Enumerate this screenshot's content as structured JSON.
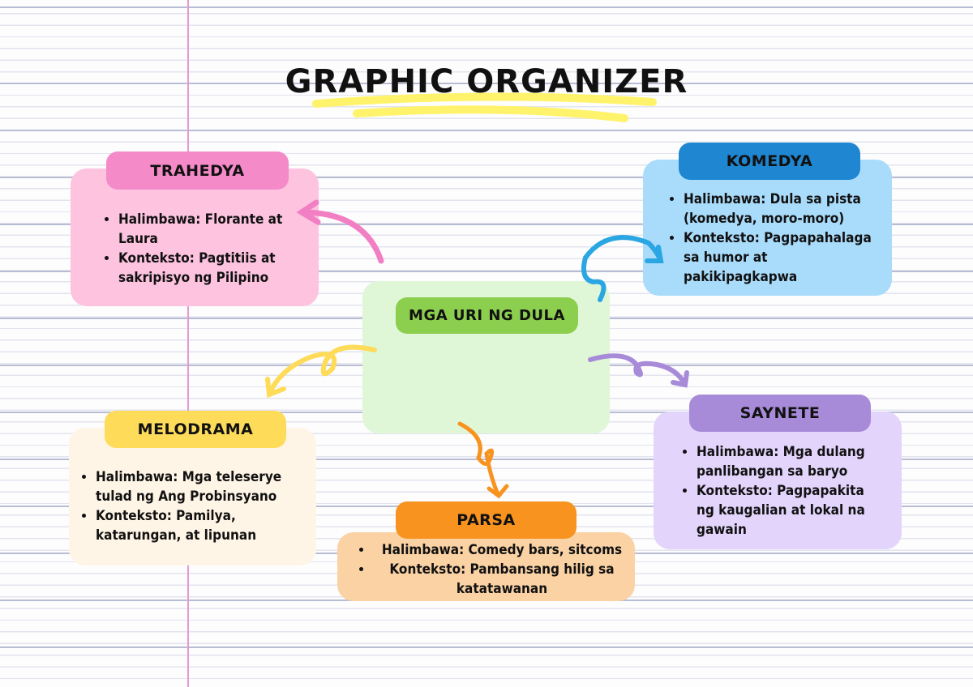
{
  "title": "GRAPHIC ORGANIZER",
  "center": {
    "label": "MGA URI NG DULA",
    "color": "#8ccf4e",
    "bg": "#dff7d7"
  },
  "nodes": {
    "trahedya": {
      "label": "TRAHEDYA",
      "tag_color": "#f58ac9",
      "bg": "#fdc3df",
      "items": [
        "Halimbawa: Florante at Laura",
        "Konteksto: Pagtitiis at sakripisyo ng Pilipino"
      ]
    },
    "komedya": {
      "label": "KOMEDYA",
      "tag_color": "#1f86d1",
      "bg": "#a9dbfb",
      "items": [
        "Halimbawa: Dula sa pista (komedya, moro-moro)",
        "Konteksto: Pagpapahalaga sa humor at pakikipagkapwa"
      ]
    },
    "melodrama": {
      "label": "MELODRAMA",
      "tag_color": "#fedc5a",
      "bg": "#fff5e6",
      "items": [
        "Halimbawa: Mga teleserye tulad ng Ang Probinsyano",
        "Konteksto: Pamilya, katarungan, at lipunan"
      ]
    },
    "parsa": {
      "label": "PARSA",
      "tag_color": "#f7931e",
      "bg": "#fad2a4",
      "items": [
        "Halimbawa: Comedy bars, sitcoms",
        "Konteksto: Pambansang hilig sa katatawanan"
      ]
    },
    "saynete": {
      "label": "SAYNETE",
      "tag_color": "#a78bd8",
      "bg": "#e3d4fc",
      "items": [
        "Halimbawa: Mga dulang panlibangan sa baryo",
        "Konteksto: Pagpapakita ng kaugalian at lokal na gawain"
      ]
    }
  }
}
